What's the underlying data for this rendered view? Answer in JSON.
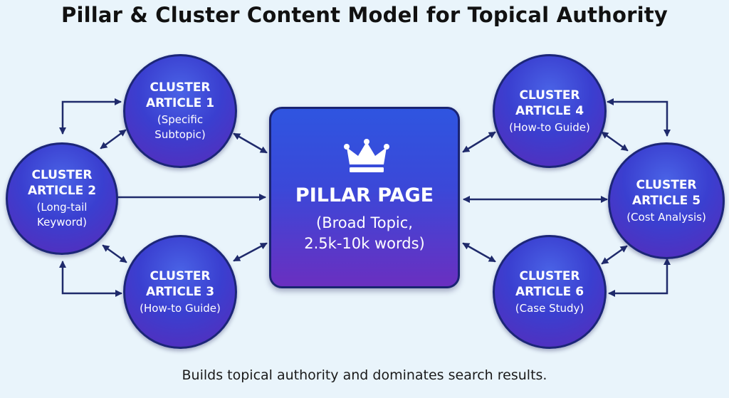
{
  "title": "Pillar & Cluster Content Model for Topical Authority",
  "pillar": {
    "heading": "PILLAR PAGE",
    "line1": "(Broad Topic,",
    "line2": "2.5k-10k words)",
    "icon": "crown-icon"
  },
  "clusters": [
    {
      "line1": "CLUSTER",
      "line2": "ARTICLE 1",
      "sub": "(Specific Subtopic)"
    },
    {
      "line1": "CLUSTER",
      "line2": "ARTICLE 2",
      "sub": "(Long-tail Keyword)"
    },
    {
      "line1": "CLUSTER",
      "line2": "ARTICLE 3",
      "sub": "(How-to Guide)"
    },
    {
      "line1": "CLUSTER",
      "line2": "ARTICLE 4",
      "sub": "(How-to Guide)"
    },
    {
      "line1": "CLUSTER",
      "line2": "ARTICLE 5",
      "sub": "(Cost Analysis)"
    },
    {
      "line1": "CLUSTER",
      "line2": "ARTICLE 6",
      "sub": "(Case Study)"
    }
  ],
  "footer": "Builds topical authority and dominates search results.",
  "colors": {
    "background": "#e9f4fb",
    "arrow": "#1f2a6b",
    "node_gradient_top": "#3a4fe0",
    "node_gradient_bottom": "#6a2fc0"
  }
}
